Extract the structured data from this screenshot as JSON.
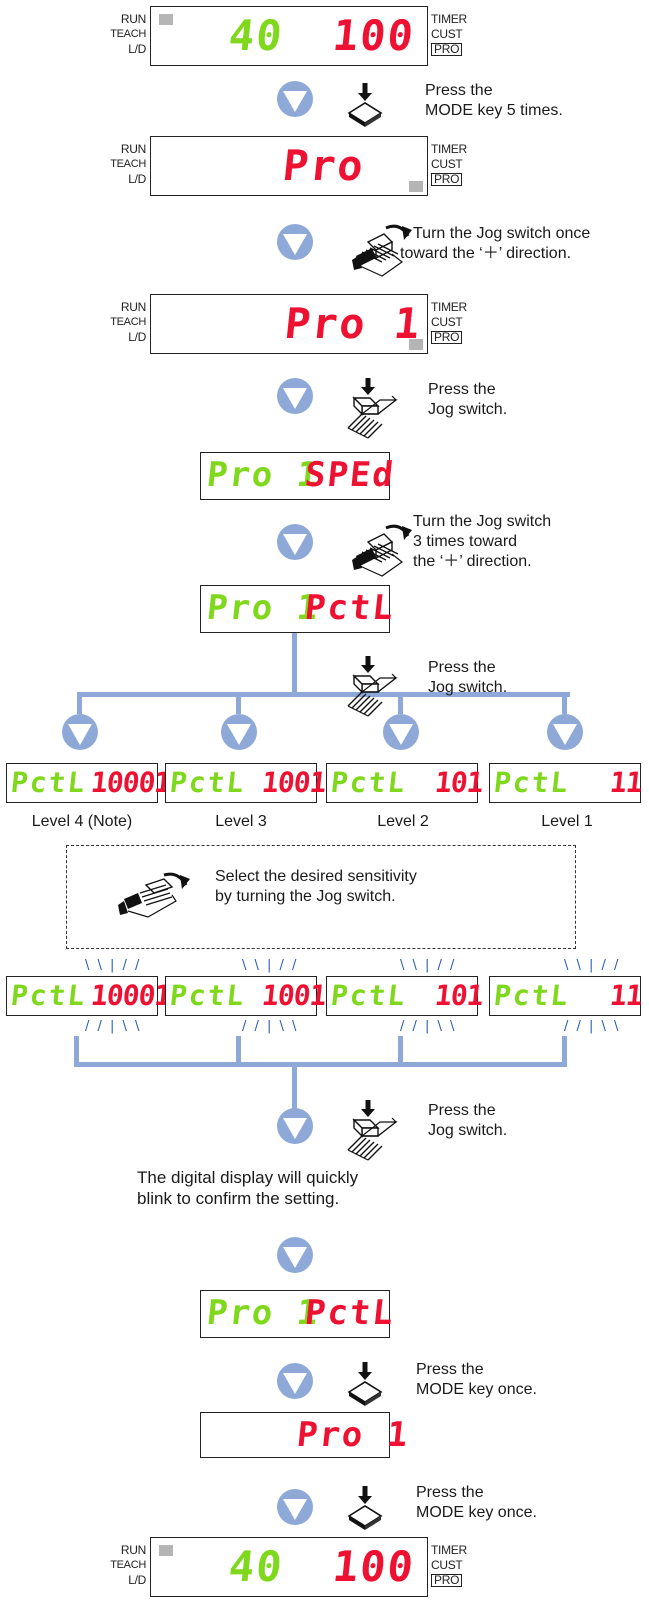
{
  "indicators": {
    "run": "RUN",
    "teach": "TEACH",
    "ld": "L/D",
    "timer": "TIMER",
    "cust": "CUST",
    "pro": "PRO"
  },
  "displays": {
    "initial_threshold": "40",
    "initial_value": "100",
    "pro_mode": "Pro",
    "pro_1": "Pro 1",
    "pro1_left": "Pro 1",
    "sped": "SPEd",
    "pctl": "PctL",
    "final_threshold": "40",
    "final_value": "100"
  },
  "levels": [
    {
      "label": "Level 4 (Note)",
      "left": "PctL",
      "right": "10001"
    },
    {
      "label": "Level 3",
      "left": "PctL",
      "right": "1001"
    },
    {
      "label": "Level 2",
      "left": "PctL",
      "right": "101"
    },
    {
      "label": "Level 1",
      "left": "PctL",
      "right": "11"
    }
  ],
  "blink_marks": {
    "top": "\\ \\ | / /",
    "bottom": "/ / | \\ \\"
  },
  "steps": {
    "mode5": [
      "Press the",
      "MODE key 5 times."
    ],
    "jog_plus_once": [
      "Turn the Jog switch once",
      "toward the ‘＋’ direction."
    ],
    "press_jog_1": [
      "Press the",
      "Jog switch."
    ],
    "jog_plus_3": [
      "Turn the Jog switch",
      "3 times toward",
      "the ‘＋’ direction."
    ],
    "press_jog_2": [
      "Press the",
      "Jog switch."
    ],
    "select_sensitivity": [
      "Select the desired sensitivity",
      "by turning the Jog switch."
    ],
    "press_jog_3": [
      "Press the",
      "Jog switch."
    ],
    "blink_confirm": [
      "The digital display will quickly",
      "blink to confirm the setting."
    ],
    "mode_once_1": [
      "Press the",
      "MODE key once."
    ],
    "mode_once_2": [
      "Press the",
      "MODE key once."
    ]
  },
  "colors": {
    "green_segment": "#7fd81c",
    "red_segment": "#ee1132",
    "arrow_fill": "#8ea9d8",
    "connector": "#8ea9d8",
    "indicator_gray": "#b5b5b5"
  }
}
